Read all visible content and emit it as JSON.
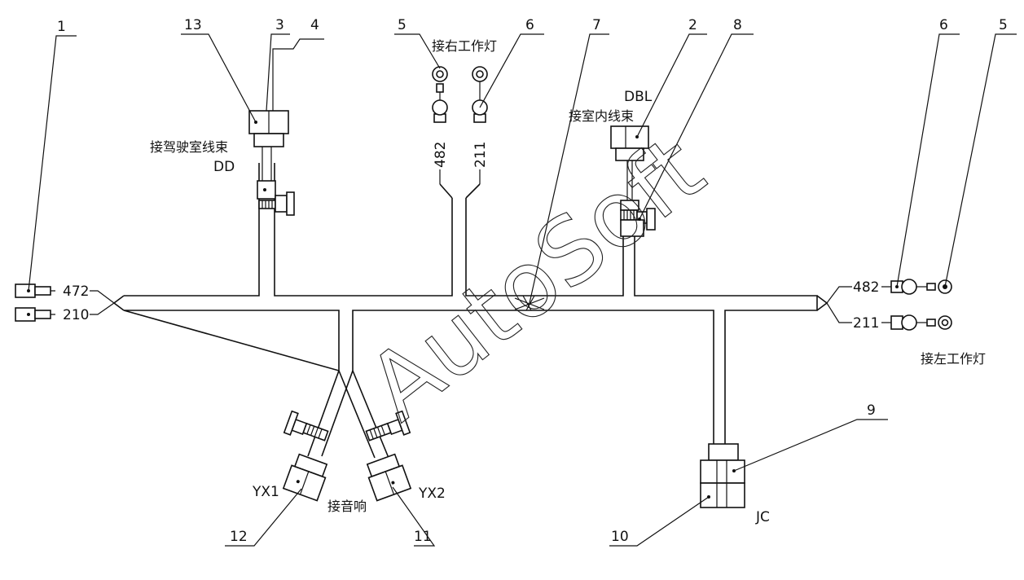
{
  "callouts": {
    "c1": "1",
    "c2": "2",
    "c3": "3",
    "c4": "4",
    "c5_top": "5",
    "c6_top": "6",
    "c7": "7",
    "c8": "8",
    "c9": "9",
    "c10": "10",
    "c11": "11",
    "c12": "12",
    "c13": "13",
    "c6_right": "6",
    "c5_right": "5"
  },
  "labels": {
    "right_work_light": "接右工作灯",
    "left_work_light": "接左工作灯",
    "cab_harness": "接驾驶室线束",
    "cab_harness_code": "DD",
    "indoor_harness_code": "DBL",
    "indoor_harness": "接室内线束",
    "audio": "接音响",
    "yx1": "YX1",
    "yx2": "YX2",
    "jc": "JC"
  },
  "wire_numbers": {
    "left_472": "472",
    "left_210": "210",
    "top_482": "482",
    "top_211": "211",
    "right_482": "482",
    "right_211": "211"
  },
  "watermark": "AutoSoft"
}
